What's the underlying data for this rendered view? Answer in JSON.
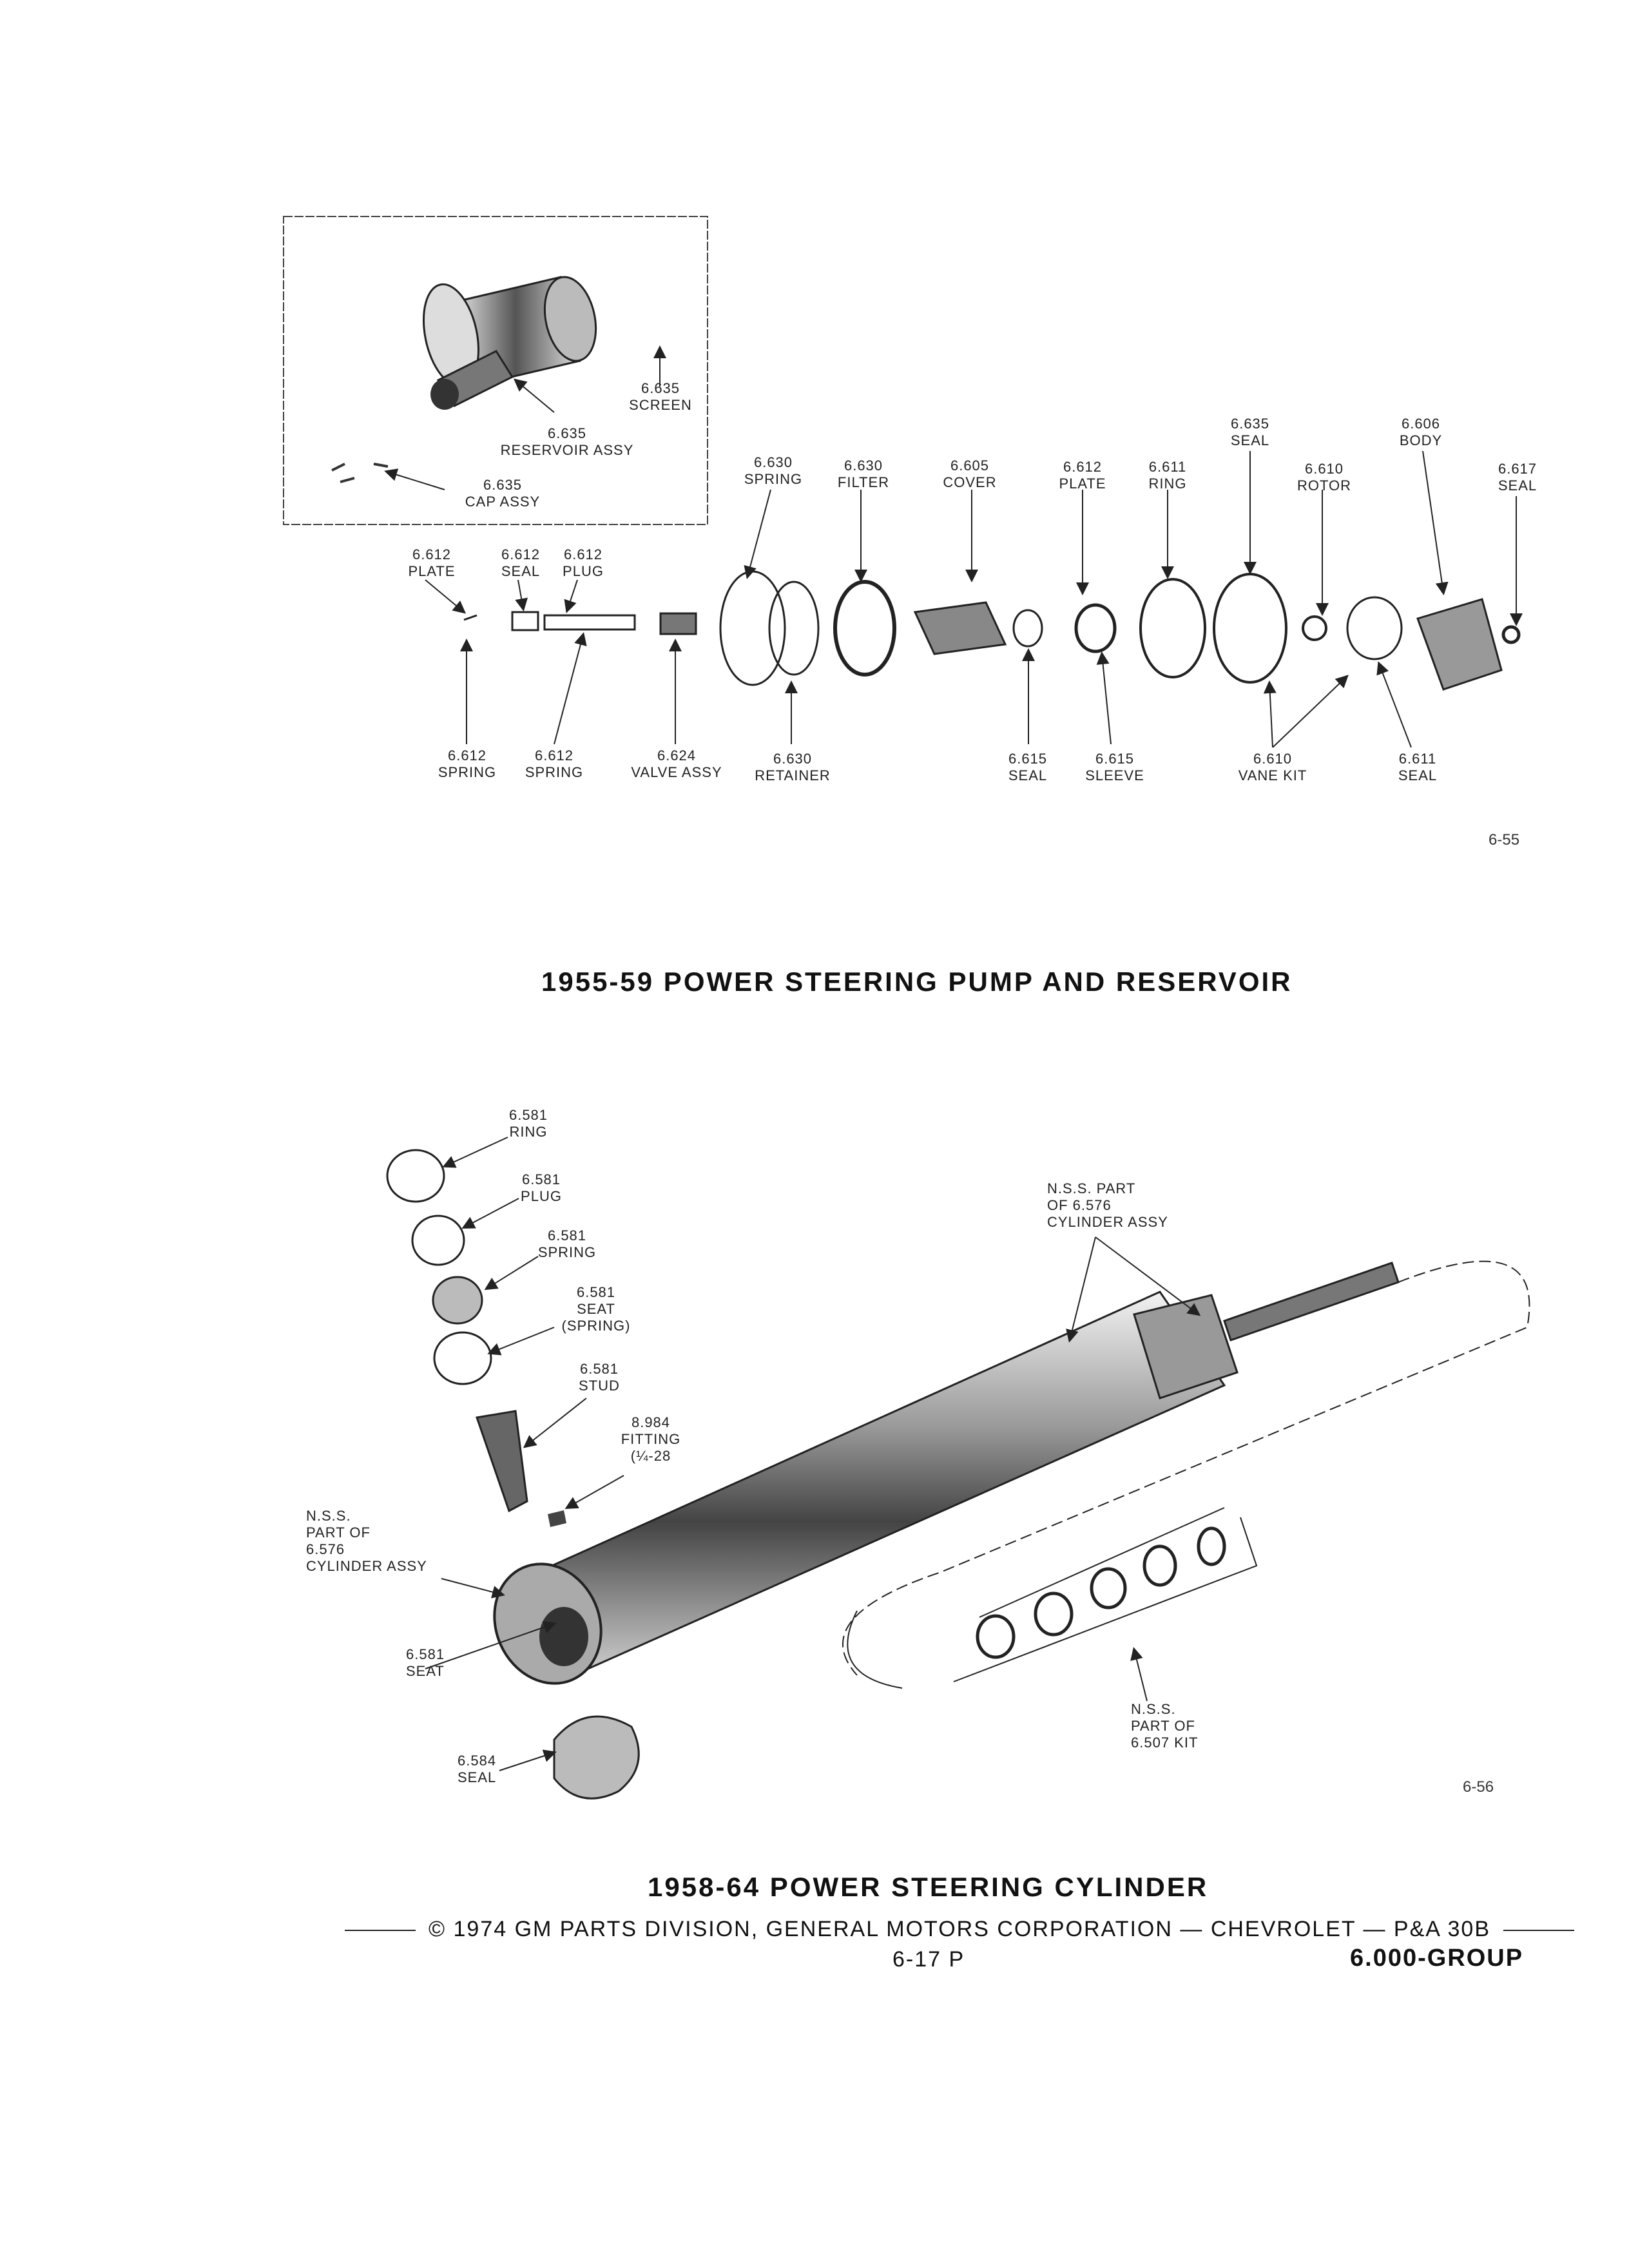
{
  "pump_figure": {
    "labels": {
      "screen": {
        "num": "6.635",
        "name": "SCREEN"
      },
      "reservoir_assy": {
        "num": "6.635",
        "name": "RESERVOIR ASSY"
      },
      "cap_assy": {
        "num": "6.635",
        "name": "CAP ASSY"
      },
      "seal_635": {
        "num": "6.635",
        "name": "SEAL"
      },
      "body": {
        "num": "6.606",
        "name": "BODY"
      },
      "seal_617": {
        "num": "6.617",
        "name": "SEAL"
      },
      "spring_630": {
        "num": "6.630",
        "name": "SPRING"
      },
      "filter": {
        "num": "6.630",
        "name": "FILTER"
      },
      "cover": {
        "num": "6.605",
        "name": "COVER"
      },
      "plate_612_top": {
        "num": "6.612",
        "name": "PLATE"
      },
      "ring_611": {
        "num": "6.611",
        "name": "RING"
      },
      "rotor": {
        "num": "6.610",
        "name": "ROTOR"
      },
      "plate_612_left": {
        "num": "6.612",
        "name": "PLATE"
      },
      "seal_612": {
        "num": "6.612",
        "name": "SEAL"
      },
      "plug_612": {
        "num": "6.612",
        "name": "PLUG"
      },
      "spring_612_a": {
        "num": "6.612",
        "name": "SPRING"
      },
      "spring_612_b": {
        "num": "6.612",
        "name": "SPRING"
      },
      "valve_assy": {
        "num": "6.624",
        "name": "VALVE ASSY"
      },
      "retainer": {
        "num": "6.630",
        "name": "RETAINER"
      },
      "seal_615": {
        "num": "6.615",
        "name": "SEAL"
      },
      "sleeve": {
        "num": "6.615",
        "name": "SLEEVE"
      },
      "vane_kit": {
        "num": "6.610",
        "name": "VANE KIT"
      },
      "seal_611": {
        "num": "6.611",
        "name": "SEAL"
      }
    },
    "fig_number": "6-55",
    "title": "1955-59 POWER STEERING PUMP AND RESERVOIR"
  },
  "cylinder_figure": {
    "labels": {
      "ring": {
        "num": "6.581",
        "name": "RING"
      },
      "plug": {
        "num": "6.581",
        "name": "PLUG"
      },
      "spring": {
        "num": "6.581",
        "name": "SPRING"
      },
      "seat_spring": {
        "num": "6.581",
        "name": "SEAT",
        "extra": "(SPRING)"
      },
      "stud": {
        "num": "6.581",
        "name": "STUD"
      },
      "fitting": {
        "num": "8.984",
        "name": "FITTING",
        "extra": "(¼-28"
      },
      "nss_top": {
        "l1": "N.S.S. PART",
        "l2": "OF 6.576",
        "l3": "CYLINDER ASSY"
      },
      "nss_left": {
        "l1": "N.S.S.",
        "l2": "PART OF",
        "l3": "6.576",
        "l4": "CYLINDER ASSY"
      },
      "seat_581": {
        "num": "6.581",
        "name": "SEAT"
      },
      "seal_584": {
        "num": "6.584",
        "name": "SEAL"
      },
      "nss_kit": {
        "l1": "N.S.S.",
        "l2": "PART OF",
        "l3": "6.507 KIT"
      }
    },
    "fig_number": "6-56",
    "title": "1958-64 POWER STEERING CYLINDER"
  },
  "footer": {
    "copyright": "© 1974 GM PARTS DIVISION, GENERAL MOTORS CORPORATION — CHEVROLET — P&A 30B",
    "page": "6-17 P",
    "group": "6.000-GROUP"
  }
}
